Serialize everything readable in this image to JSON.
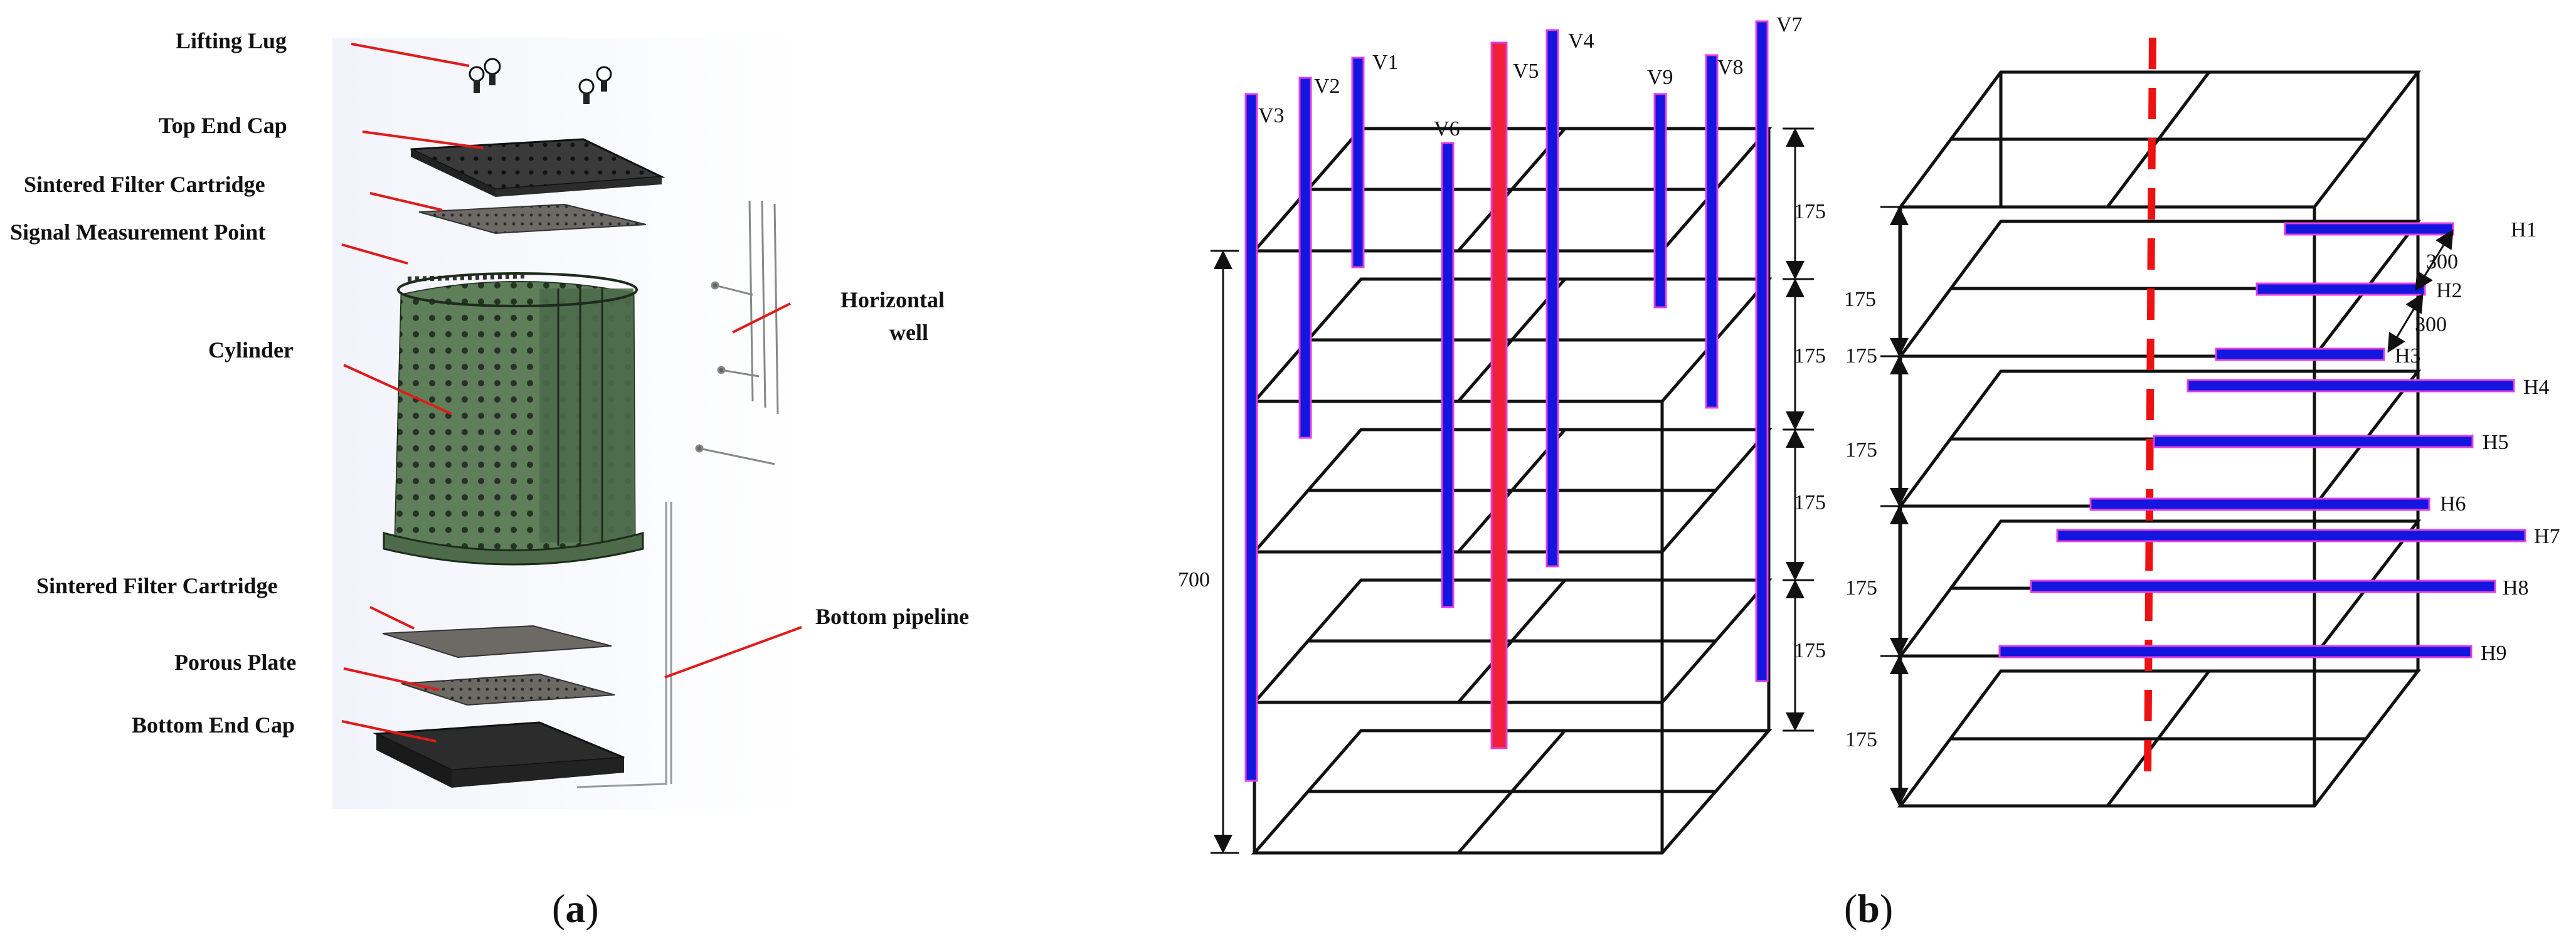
{
  "panel_a": {
    "caption_open": "(",
    "caption_letter": "a",
    "caption_close": ")",
    "components": {
      "lifting_lug": "Lifting Lug",
      "top_end_cap": "Top End Cap",
      "sintered_filter_top": "Sintered Filter Cartridge",
      "signal_point": "Signal Measurement Point",
      "cylinder": "Cylinder",
      "horizontal_well_line1": "Horizontal",
      "horizontal_well_line2": "well",
      "sintered_filter_bottom": "Sintered Filter Cartridge",
      "porous_plate": "Porous Plate",
      "bottom_end_cap": "Bottom End Cap",
      "bottom_pipeline": "Bottom pipeline"
    },
    "colors": {
      "leader": "#e01b1b",
      "cylinder": "#5f7f5b",
      "caps": "#3a3a3a",
      "filter": "#6d6a66"
    }
  },
  "panel_b": {
    "caption_open": "(",
    "caption_letter": "b",
    "caption_close": ")",
    "vertical_wells": [
      "V1",
      "V2",
      "V3",
      "V4",
      "V5",
      "V6",
      "V7",
      "V8",
      "V9"
    ],
    "horizontal_wells": [
      "H1",
      "H2",
      "H3",
      "H4",
      "H5",
      "H6",
      "H7",
      "H8",
      "H9"
    ],
    "dims_vertical": {
      "total": "700",
      "layer_1": "175",
      "layer_2": "175",
      "layer_3": "175",
      "layer_4": "175"
    },
    "dims_horizontal": {
      "layer_1": "175",
      "layer_2": "175",
      "layer_3": "175",
      "layer_4": "175",
      "layer_5": "175",
      "spacing_1": "300",
      "spacing_2": "300"
    },
    "colors": {
      "well_blue": "#1515e0",
      "well_pink": "#e040e0",
      "well_red": "#f0203a",
      "center_line": "#ee1111"
    }
  }
}
